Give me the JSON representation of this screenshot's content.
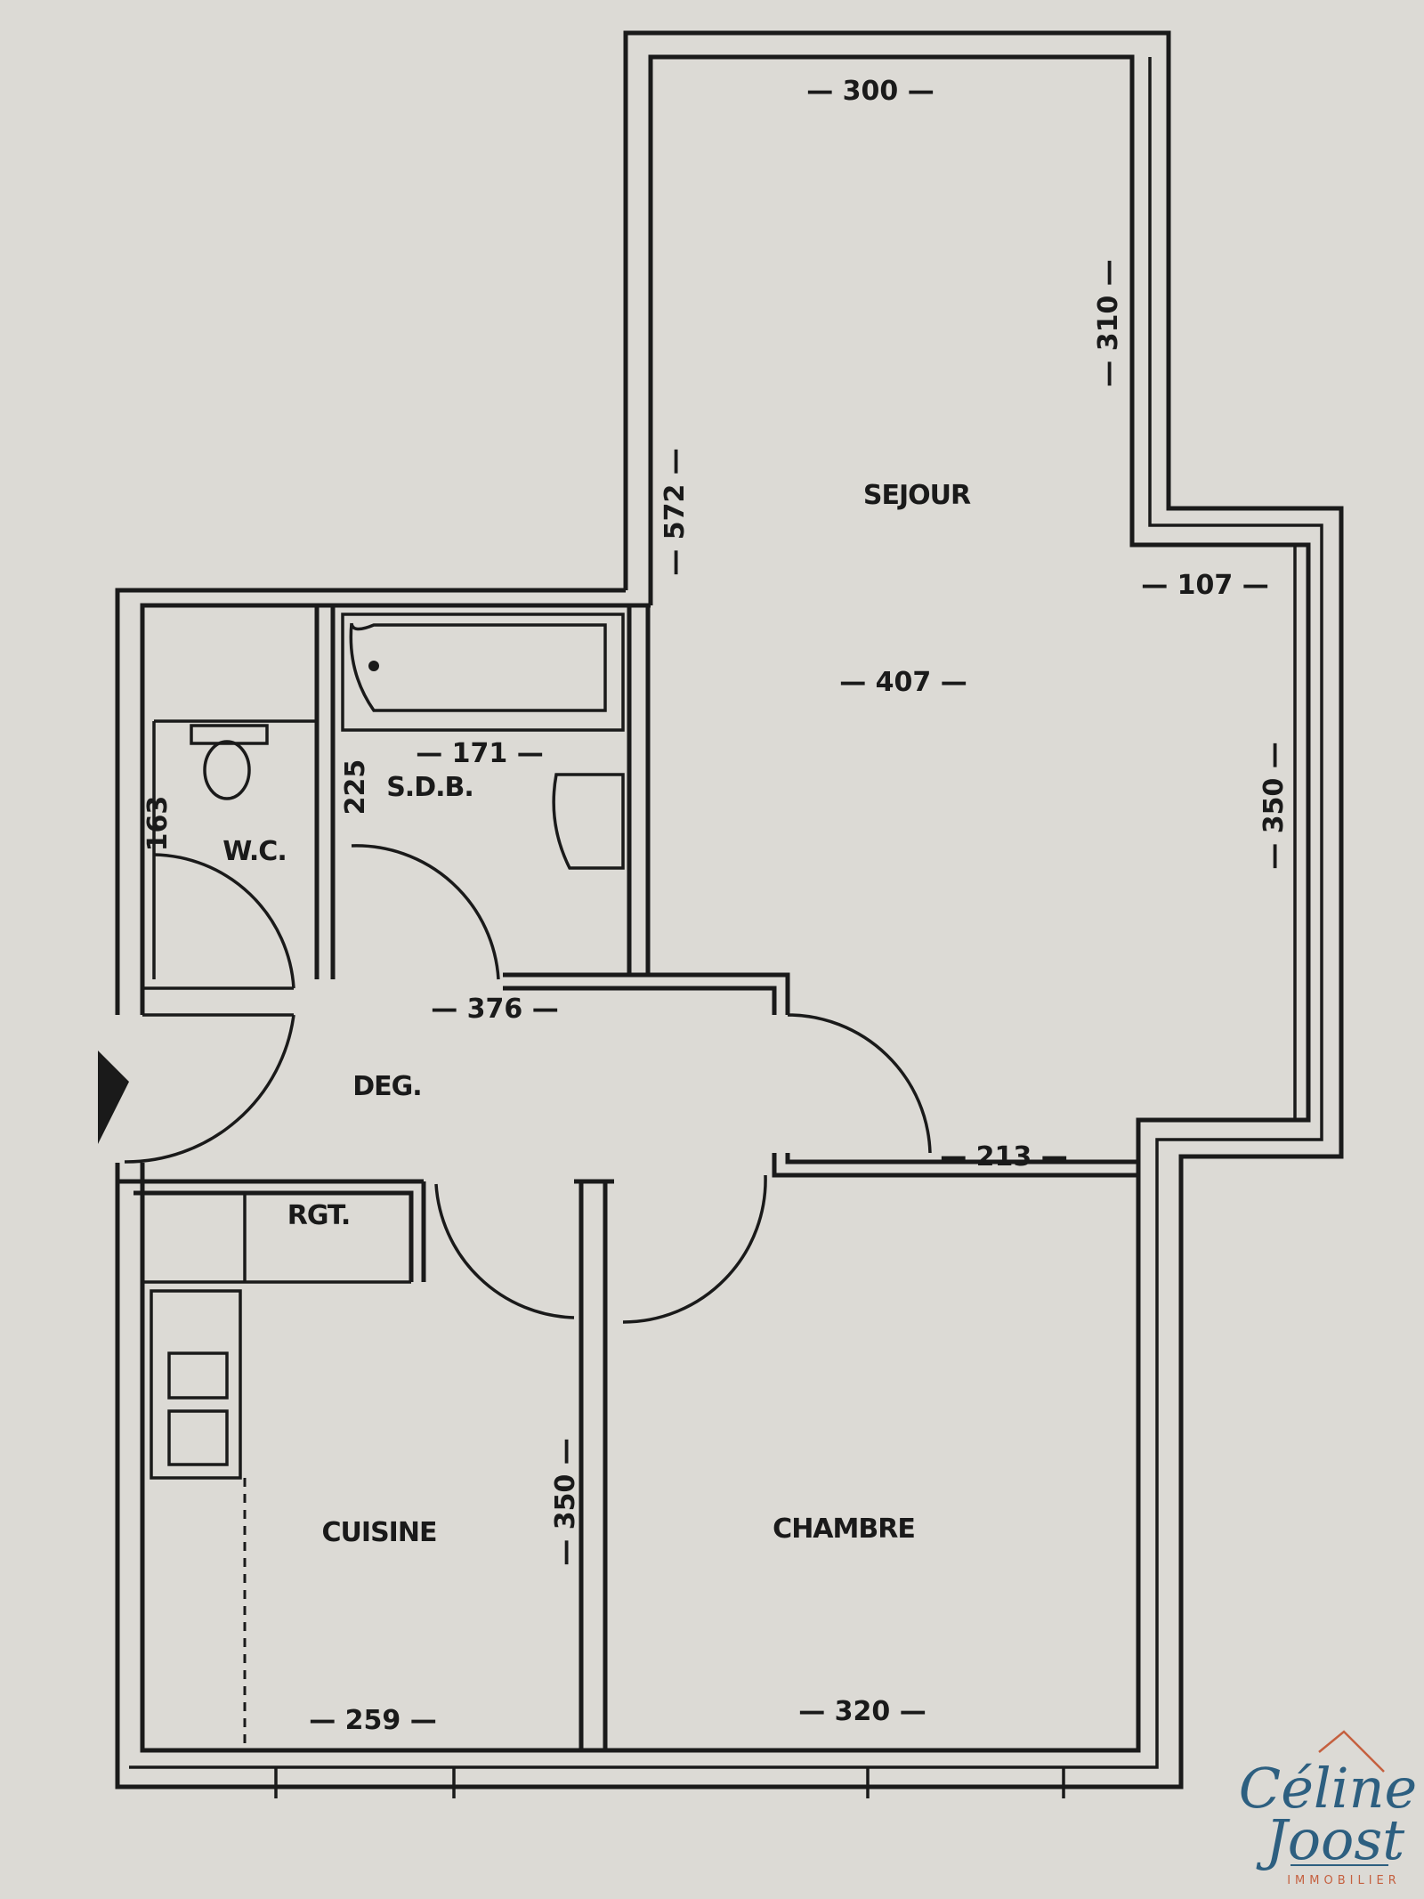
{
  "rooms": {
    "sejour": "SEJOUR",
    "sdb": "S.D.B.",
    "wc": "W.C.",
    "deg": "DEG.",
    "rgt": "RGT.",
    "cuisine": "CUISINE",
    "chambre": "CHAMBRE"
  },
  "dimensions": {
    "sejour_top": "— 300 —",
    "sejour_right_upper": "— 310 —",
    "sejour_length": "— 572 —",
    "sejour_bay": "— 107 —",
    "sejour_width": "— 407 —",
    "sejour_right_lower": "— 350 —",
    "sdb_width": "— 171 —",
    "sdb_depth": "225",
    "wc_depth": "163",
    "deg_width": "— 376 —",
    "chambre_top": "— 213 —",
    "cuisine_depth": "— 350 —",
    "cuisine_width": "— 259 —",
    "chambre_width": "— 320 —"
  },
  "logo": {
    "line1": "Céline",
    "line2": "Joost",
    "line3": "IMMOBILIER",
    "accent": "#c5603f",
    "primary": "#2d5f80"
  }
}
